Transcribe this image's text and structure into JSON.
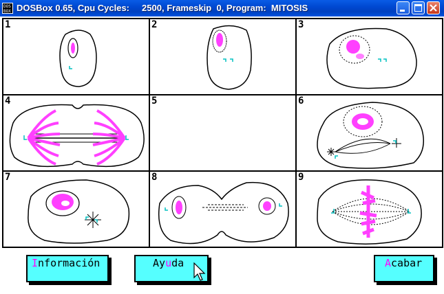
{
  "window": {
    "title": "DOSBox 0.65, Cpu Cycles:     2500, Frameskip  0, Program:  MITOSIS",
    "icon": "dosbox-icon",
    "controls": [
      "minimize-icon",
      "maximize-icon",
      "close-icon"
    ]
  },
  "stages": [
    {
      "number": "1"
    },
    {
      "number": "2"
    },
    {
      "number": "3"
    },
    {
      "number": "4"
    },
    {
      "number": "5"
    },
    {
      "number": "6"
    },
    {
      "number": "7"
    },
    {
      "number": "8"
    },
    {
      "number": "9"
    }
  ],
  "buttons": {
    "info": {
      "hotkey": "I",
      "rest": "nformación"
    },
    "help": {
      "pre": "Ay",
      "hotkey": "u",
      "rest": "da"
    },
    "quit": {
      "hotkey": "A",
      "rest": "cabar"
    }
  },
  "colors": {
    "chromosome": "#ff40ff",
    "centriole": "#00c0c0",
    "button": "#55ffff",
    "hotkey": "#ff00ff"
  }
}
